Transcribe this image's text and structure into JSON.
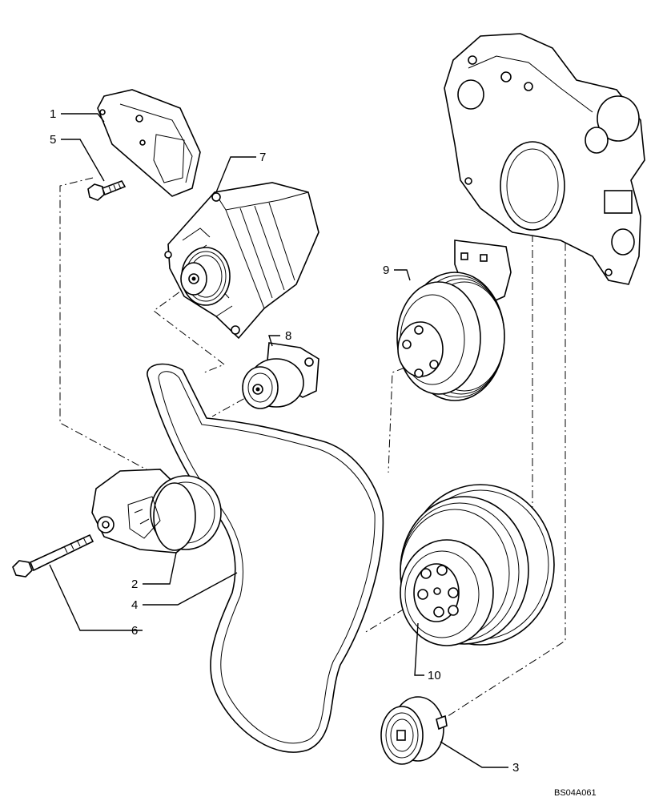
{
  "diagram": {
    "drawing_code": "BS04A061",
    "callouts": {
      "c1": "1",
      "c2": "2",
      "c3": "3",
      "c4": "4",
      "c5": "5",
      "c6": "6",
      "c7": "7",
      "c8": "8",
      "c9": "9",
      "c10": "10"
    },
    "colors": {
      "line": "#000000",
      "background": "#ffffff"
    }
  }
}
